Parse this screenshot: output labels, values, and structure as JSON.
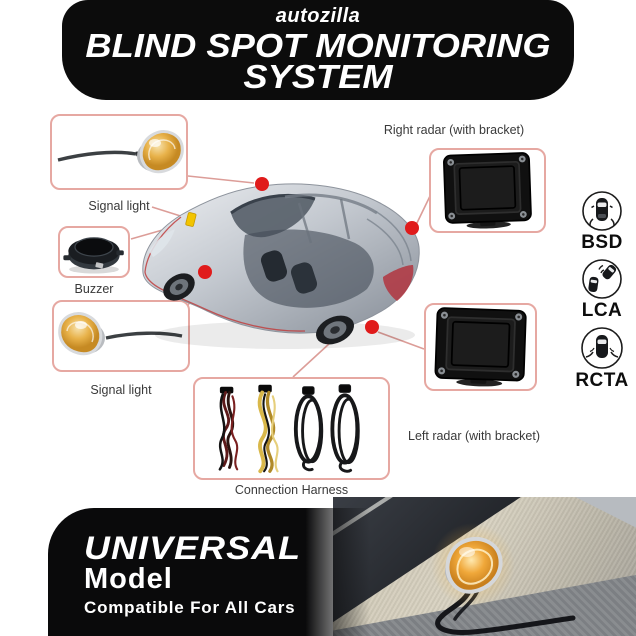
{
  "header": {
    "brand": "autozilla",
    "title_line1": "BLIND SPOT MONITORING",
    "title_line2": "SYSTEM"
  },
  "diagram": {
    "signal_light_top_label": "Signal light",
    "buzzer_label": "Buzzer",
    "signal_light_bottom_label": "Signal light",
    "right_radar_label": "Right radar (with bracket)",
    "left_radar_label": "Left radar (with bracket)",
    "harness_label": "Connection Harness"
  },
  "features": [
    {
      "id": "bsd",
      "label": "BSD"
    },
    {
      "id": "lca",
      "label": "LCA"
    },
    {
      "id": "rcta",
      "label": "RCTA"
    }
  ],
  "footer": {
    "line1": "UNIVERSAL",
    "line2": "Model",
    "line3": "Compatible For All Cars"
  },
  "icons": [
    "bsd-car-icon",
    "lca-cars-icon",
    "rcta-car-icon",
    "signal-light-illustration",
    "buzzer-illustration",
    "radar-module-illustration",
    "harness-illustration",
    "car-top-view-illustration",
    "installed-signal-light-photo"
  ],
  "colors": {
    "banner_bg": "#0c0c0c",
    "callout_border": "#e6a8a2",
    "connector_line": "#dc9d98",
    "marker_red": "#e01b1b",
    "signal_amber": "#e8b24a",
    "indicator_yellow": "#f2c400",
    "tail_light_red": "#b23540"
  }
}
